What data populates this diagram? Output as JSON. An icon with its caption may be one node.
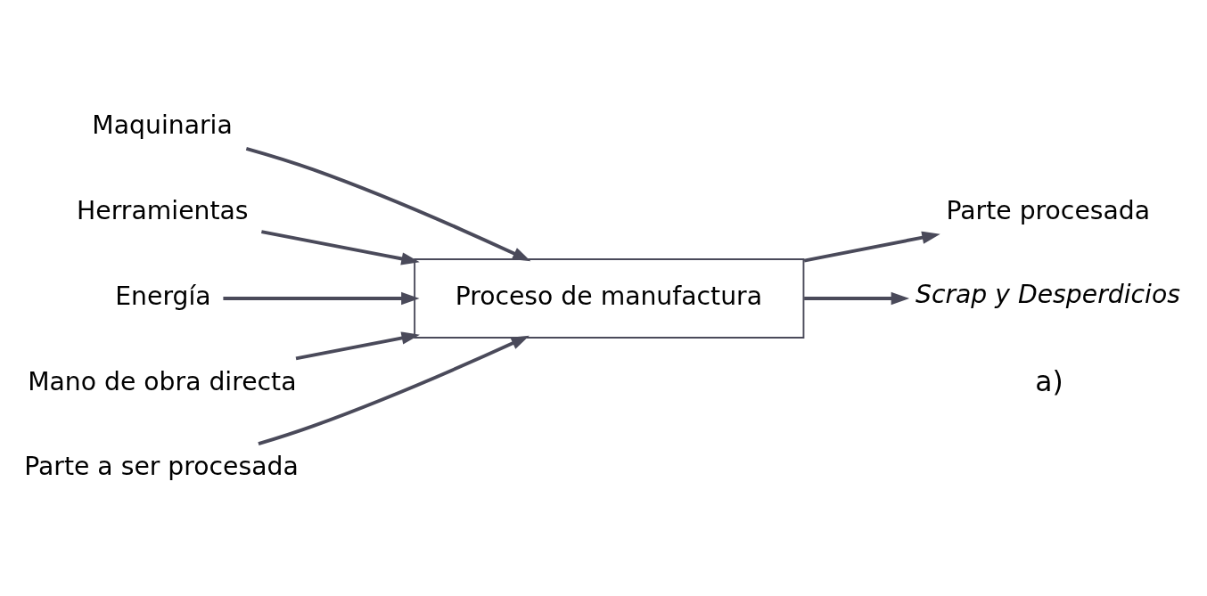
{
  "diagram": {
    "nodes": [
      {
        "text": [
          "Maquinaria"
        ]
      },
      {
        "text": [
          "Herramientas"
        ]
      },
      {
        "text": [
          "Energía"
        ]
      },
      {
        "text": [
          "Mano de obra directa"
        ]
      },
      {
        "text": [
          "Parte a ser procesada"
        ]
      },
      {
        "text": [
          "Proceso de manufactura"
        ]
      },
      {
        "text": [
          "Parte procesada"
        ]
      },
      {
        "text": [
          "Scrap y Desperdicios"
        ]
      }
    ],
    "edges": [
      {
        "from": 0,
        "to": 5,
        "arrow": "to"
      },
      {
        "from": 1,
        "to": 5,
        "arrow": "to"
      },
      {
        "from": 2,
        "to": 5,
        "arrow": "to"
      },
      {
        "from": 3,
        "to": 5,
        "arrow": "to"
      },
      {
        "from": 4,
        "to": 5,
        "arrow": "to"
      },
      {
        "from": 5,
        "to": 6,
        "arrow": "to"
      },
      {
        "from": 5,
        "to": 7,
        "arrow": "to"
      }
    ],
    "labels": [
      "a)"
    ]
  }
}
